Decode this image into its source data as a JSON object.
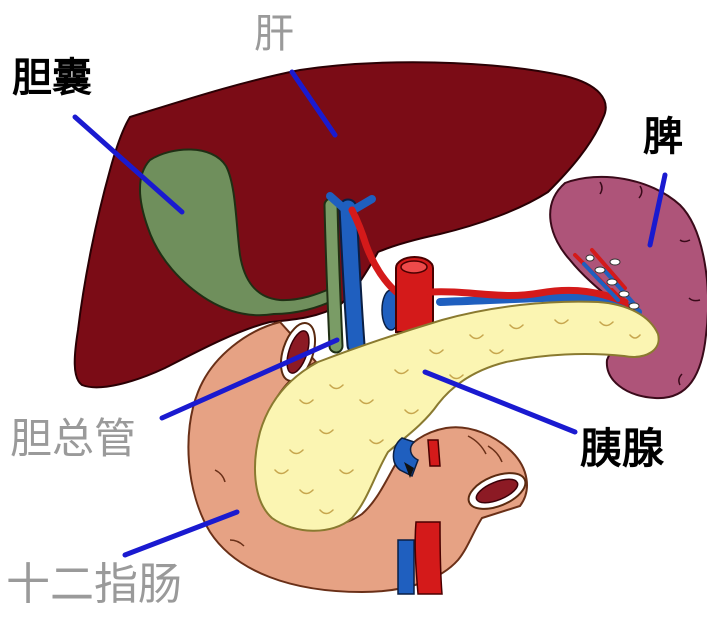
{
  "labels": {
    "gallbladder": "胆囊",
    "liver": "肝",
    "spleen": "脾",
    "common_bile_duct": "胆总管",
    "pancreas": "胰腺",
    "duodenum": "十二指肠"
  },
  "colors": {
    "liver": "#7b0c16",
    "gallbladder": "#6f8f5c",
    "spleen": "#ae5479",
    "pancreas": "#fbf5b2",
    "duodenum": "#e6a284",
    "artery": "#d41a1a",
    "vein": "#1f5fbf",
    "bile_duct": "#7a9c66",
    "leader_line": "#1a1ad0",
    "label_dark": "#000000",
    "label_gray": "#9a9a9a"
  }
}
